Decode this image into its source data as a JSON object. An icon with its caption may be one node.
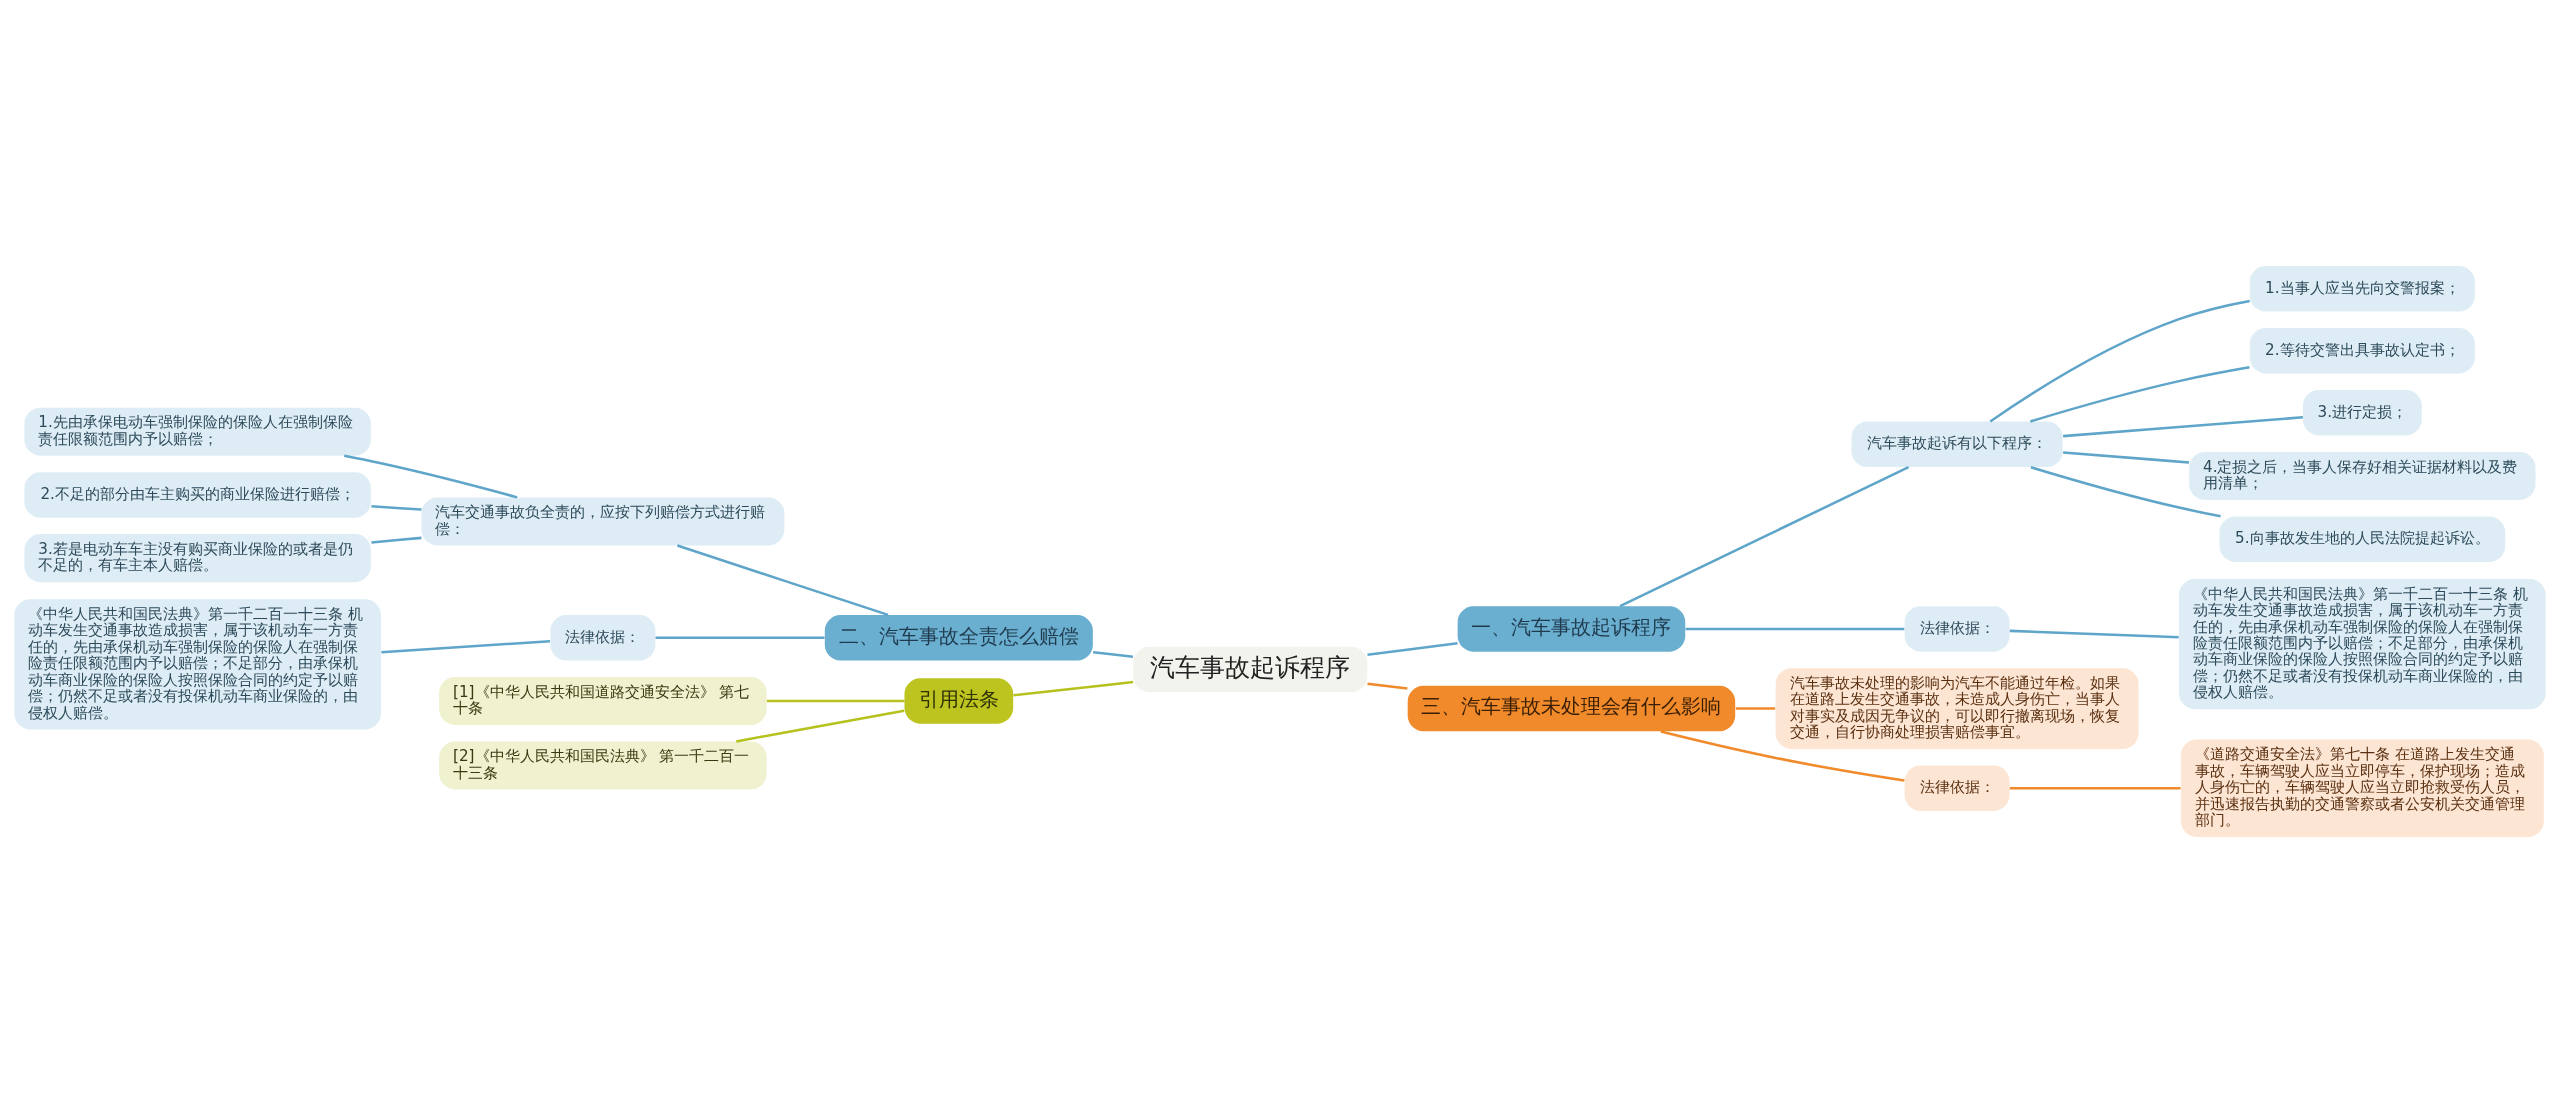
{
  "diagram": {
    "nodes": [
      {
        "text": [
          "汽车事故起诉程序"
        ]
      },
      {
        "text": [
          "一、汽车事故起诉程序"
        ]
      },
      {
        "text": [
          "汽车事故起诉有以下程序："
        ]
      },
      {
        "text": [
          "1.当事人应当先向交警报案；"
        ]
      },
      {
        "text": [
          "2.等待交警出具事故认定书；"
        ]
      },
      {
        "text": [
          "3.进行定损；"
        ]
      },
      {
        "text": [
          "4.定损之后，当事人保存好相关证据材料以及费用清单；"
        ]
      },
      {
        "text": [
          "5.向事故发生地的人民法院提起诉讼。"
        ]
      },
      {
        "text": [
          "法律依据："
        ]
      },
      {
        "text": [
          "《中华人民共和国民法典》第一千二百一十三条 机动车发生交通事故造成损害，属于该机动车一方责任的，先由承保机动车强制保险的保险人在强制保险责任限额范围内予以赔偿；不足部分，由承保机动车商业保险的保险人按照保险合同的约定予以赔偿；仍然不足或者没有投保机动车商业保险的，由侵权人赔偿。"
        ]
      },
      {
        "text": [
          "二、汽车事故全责怎么赔偿"
        ]
      },
      {
        "text": [
          "汽车交通事故负全责的，应按下列赔偿方式进行赔偿："
        ]
      },
      {
        "text": [
          "1.先由承保电动车强制保险的保险人在强制保险责任限额范围内予以赔偿；"
        ]
      },
      {
        "text": [
          "2.不足的部分由车主购买的商业保险进行赔偿；"
        ]
      },
      {
        "text": [
          "3.若是电动车车主没有购买商业保险的或者是仍不足的，有车主本人赔偿。"
        ]
      },
      {
        "text": [
          "法律依据："
        ]
      },
      {
        "text": [
          "《中华人民共和国民法典》第一千二百一十三条 机动车发生交通事故造成损害，属于该机动车一方责任的，先由承保机动车强制保险的保险人在强制保险责任限额范围内予以赔偿；不足部分，由承保机动车商业保险的保险人按照保险合同的约定予以赔偿；仍然不足或者没有投保机动车商业保险的，由侵权人赔偿。"
        ]
      },
      {
        "text": [
          "三、汽车事故未处理会有什么影响"
        ]
      },
      {
        "text": [
          "汽车事故未处理的影响为汽车不能通过年检。如果在道路上发生交通事故，未造成人身伤亡，当事人对事实及成因无争议的，可以即行撤离现场，恢复交通，自行协商处理损害赔偿事宜。"
        ]
      },
      {
        "text": [
          "法律依据："
        ]
      },
      {
        "text": [
          "《道路交通安全法》第七十条 在道路上发生交通事故，车辆驾驶人应当立即停车，保护现场；造成人身伤亡的，车辆驾驶人应当立即抢救受伤人员，并迅速报告执勤的交通警察或者公安机关交通管理部门。"
        ]
      },
      {
        "text": [
          "引用法条"
        ]
      },
      {
        "text": [
          "[1]《中华人民共和国道路交通安全法》 第七十条"
        ]
      },
      {
        "text": [
          "[2]《中华人民共和国民法典》 第一千二百一十三条"
        ]
      }
    ],
    "edges": [
      {
        "from": 0,
        "to": 1,
        "arrow": "none"
      },
      {
        "from": 1,
        "to": 2,
        "arrow": "none"
      },
      {
        "from": 2,
        "to": 3,
        "arrow": "none"
      },
      {
        "from": 2,
        "to": 4,
        "arrow": "none"
      },
      {
        "from": 2,
        "to": 5,
        "arrow": "none"
      },
      {
        "from": 2,
        "to": 6,
        "arrow": "none"
      },
      {
        "from": 2,
        "to": 7,
        "arrow": "none"
      },
      {
        "from": 1,
        "to": 8,
        "arrow": "none"
      },
      {
        "from": 8,
        "to": 9,
        "arrow": "none"
      },
      {
        "from": 0,
        "to": 10,
        "arrow": "none"
      },
      {
        "from": 10,
        "to": 11,
        "arrow": "none"
      },
      {
        "from": 11,
        "to": 12,
        "arrow": "none"
      },
      {
        "from": 11,
        "to": 13,
        "arrow": "none"
      },
      {
        "from": 11,
        "to": 14,
        "arrow": "none"
      },
      {
        "from": 10,
        "to": 15,
        "arrow": "none"
      },
      {
        "from": 15,
        "to": 16,
        "arrow": "none"
      },
      {
        "from": 0,
        "to": 17,
        "arrow": "none",
        "color": "#f08a2b"
      },
      {
        "from": 17,
        "to": 18,
        "arrow": "none",
        "color": "#f08a2b"
      },
      {
        "from": 17,
        "to": 19,
        "arrow": "none",
        "color": "#f08a2b"
      },
      {
        "from": 19,
        "to": 20,
        "arrow": "none",
        "color": "#f08a2b"
      },
      {
        "from": 0,
        "to": 21,
        "arrow": "none",
        "color": "#b5c21d"
      },
      {
        "from": 21,
        "to": 22,
        "arrow": "none",
        "color": "#b5c21d"
      },
      {
        "from": 21,
        "to": 23,
        "arrow": "none",
        "color": "#b5c21d"
      }
    ]
  }
}
